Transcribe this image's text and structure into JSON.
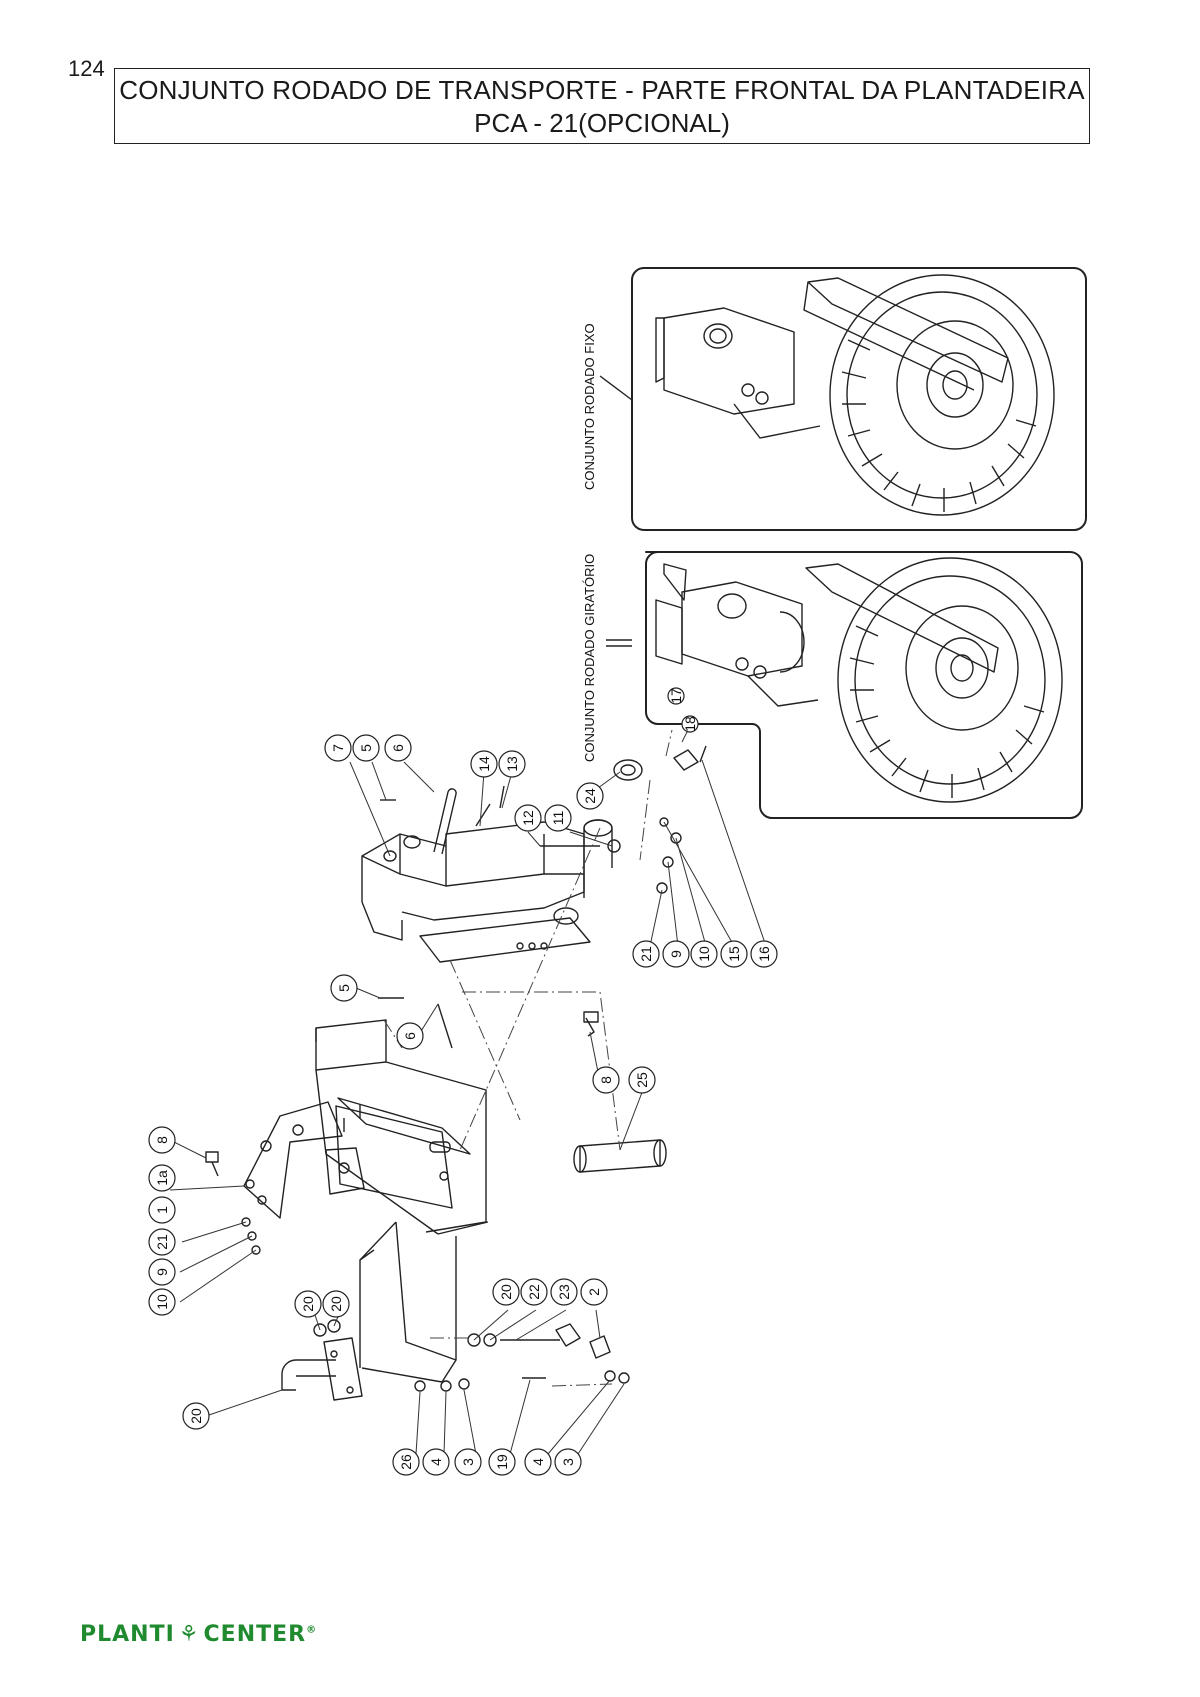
{
  "page": {
    "number": "124"
  },
  "title": {
    "line1": "CONJUNTO RODADO DE TRANSPORTE - PARTE FRONTAL DA PLANTADEIRA",
    "line2": "PCA - 21(OPCIONAL)"
  },
  "insets": {
    "fixed": {
      "label": "CONJUNTO RODADO FIXO"
    },
    "swivel": {
      "label": "CONJUNTO RODADO  GIRATÓRIO"
    }
  },
  "callouts": [
    "7",
    "5",
    "6",
    "14",
    "13",
    "12",
    "11",
    "24",
    "17",
    "18",
    "21",
    "9",
    "10",
    "15",
    "16",
    "5",
    "6",
    "8",
    "25",
    "8",
    "1a",
    "1",
    "21",
    "9",
    "10",
    "20",
    "20",
    "20",
    "20",
    "22",
    "23",
    "2",
    "26",
    "4",
    "3",
    "19",
    "4",
    "3"
  ],
  "logo": {
    "left": "PLANTI",
    "right": "CENTER",
    "mark": "®",
    "color": "#1f8a2e"
  }
}
